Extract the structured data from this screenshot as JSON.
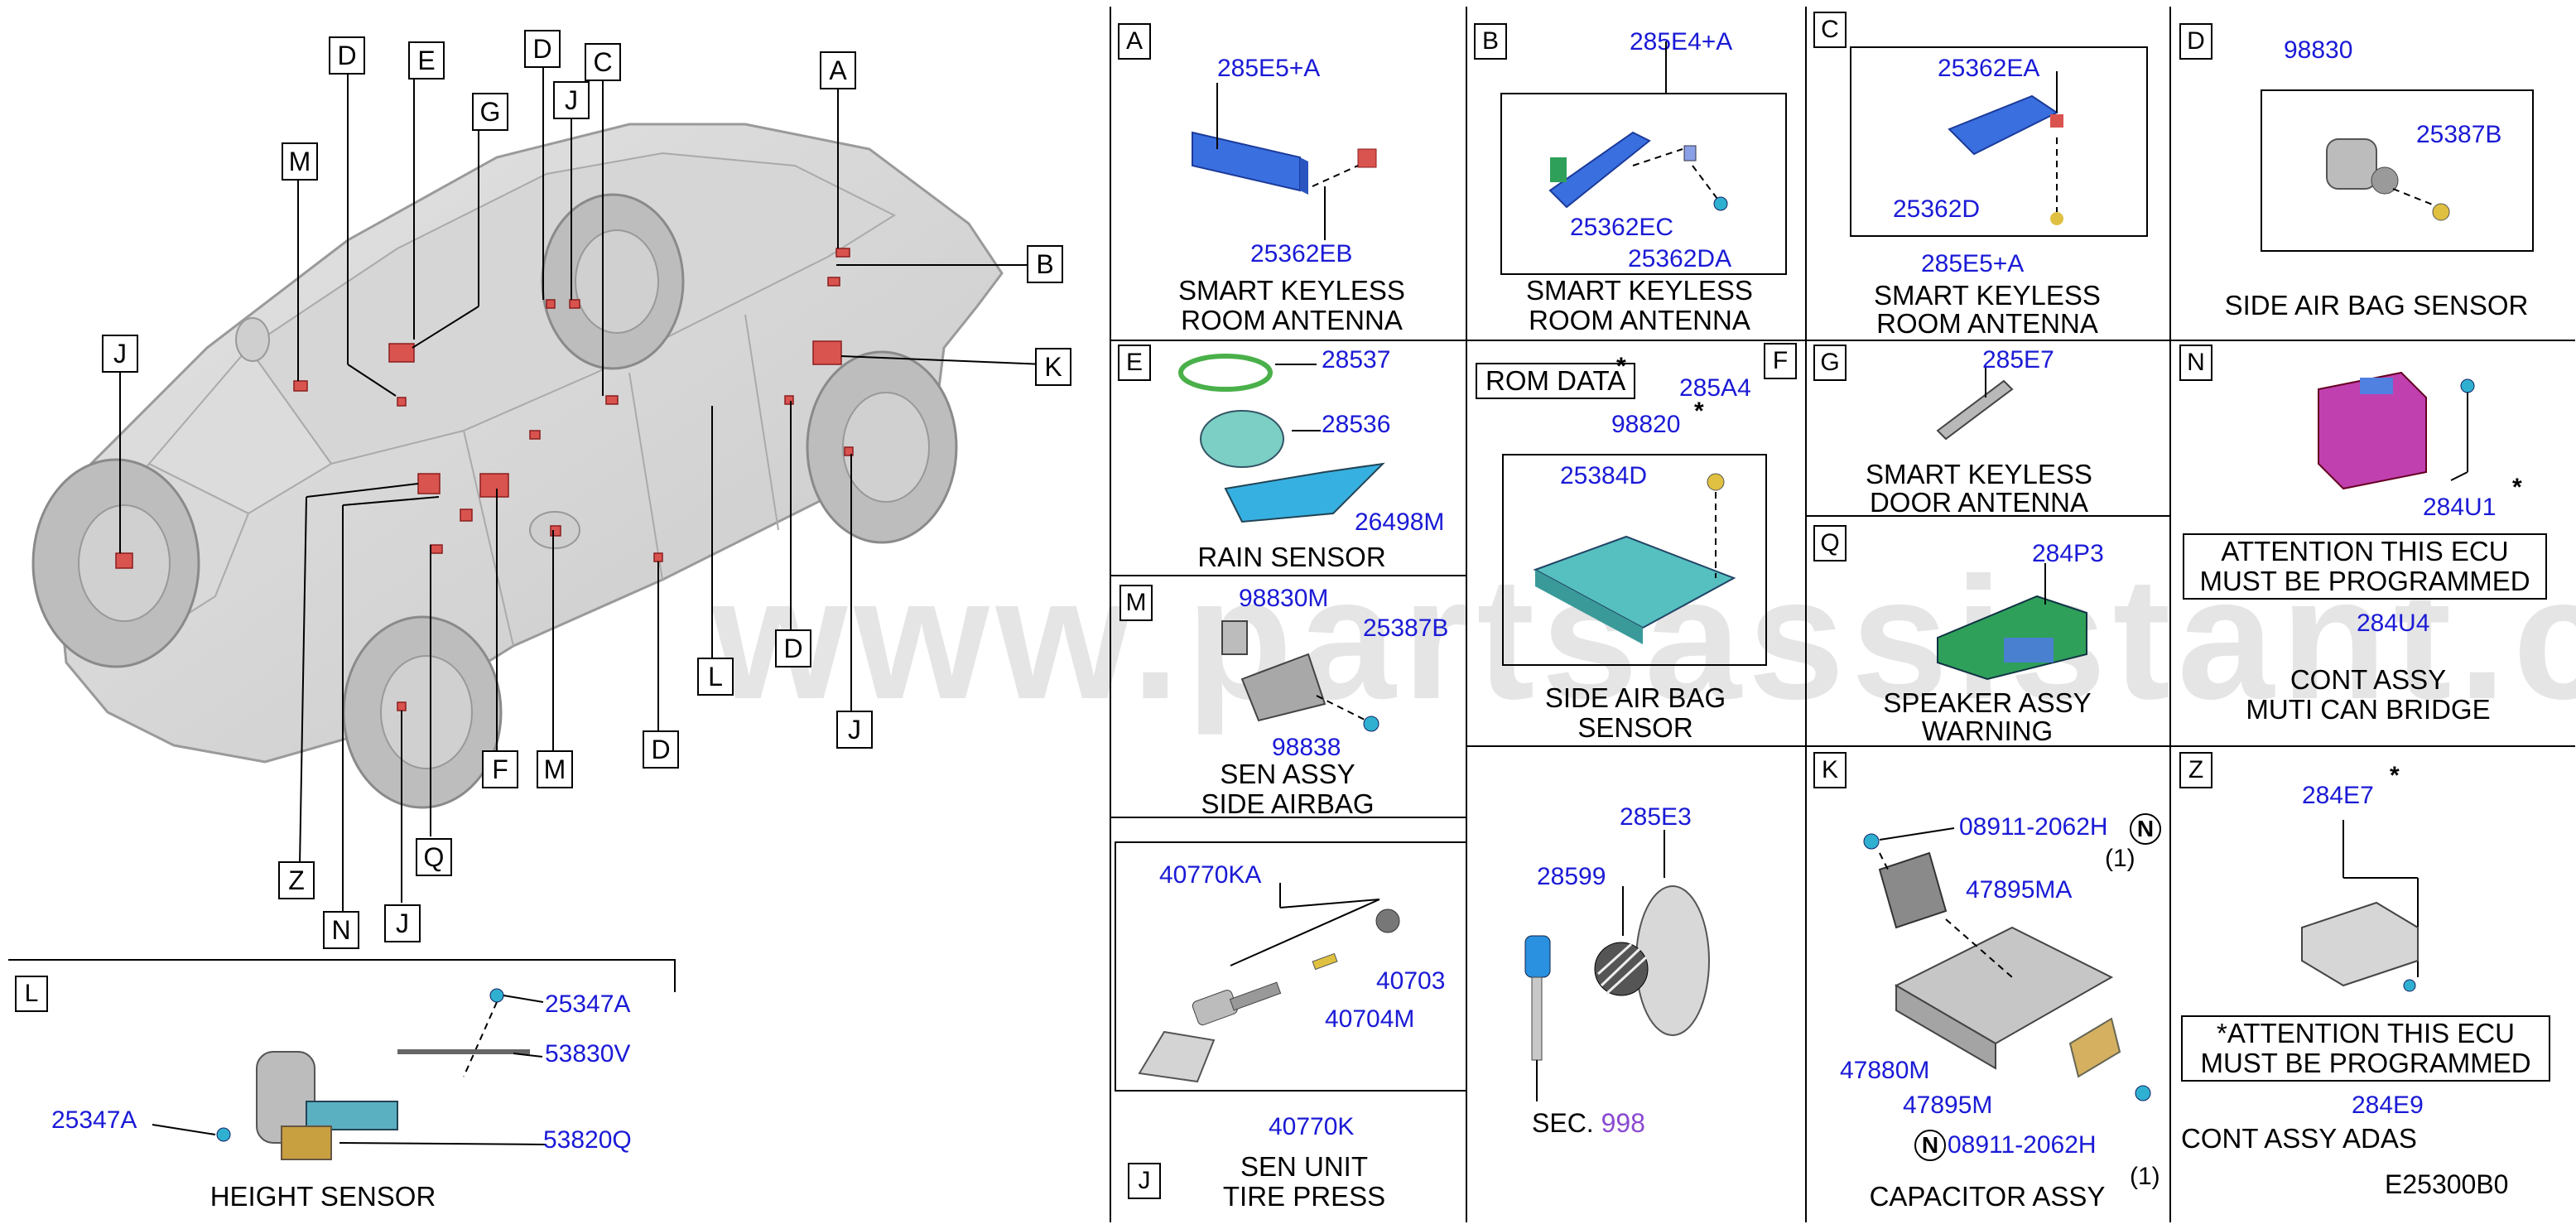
{
  "watermark": "www.partsassistant.com",
  "diagram_code": "E25300B0",
  "car_callouts": [
    "D",
    "E",
    "D",
    "J",
    "C",
    "A",
    "G",
    "M",
    "B",
    "J",
    "K",
    "L",
    "D",
    "J",
    "D",
    "Z",
    "N",
    "J",
    "Q",
    "F",
    "M"
  ],
  "panels": {
    "A": {
      "letter": "A",
      "parts": [
        "285E5+A",
        "25362EB"
      ],
      "caption": [
        "SMART KEYLESS",
        "ROOM ANTENNA"
      ]
    },
    "B": {
      "letter": "B",
      "parts": [
        "285E4+A",
        "25362EC",
        "25362DA"
      ],
      "caption": [
        "SMART KEYLESS",
        "ROOM ANTENNA"
      ]
    },
    "C": {
      "letter": "C",
      "parts": [
        "25362EA",
        "25362D",
        "285E5+A"
      ],
      "caption": [
        "SMART KEYLESS",
        "ROOM ANTENNA"
      ]
    },
    "D": {
      "letter": "D",
      "parts": [
        "98830",
        "25387B"
      ],
      "caption": [
        "SIDE AIR BAG SENSOR"
      ]
    },
    "E": {
      "letter": "E",
      "parts": [
        "28537",
        "28536",
        "26498M"
      ],
      "caption": [
        "RAIN SENSOR"
      ]
    },
    "F": {
      "letter": "F",
      "rom": "ROM DATA",
      "parts": [
        "285A4",
        "98820",
        "25384D"
      ],
      "caption": [
        "SIDE AIR BAG",
        "SENSOR"
      ]
    },
    "G": {
      "letter": "G",
      "parts": [
        "285E7"
      ],
      "caption": [
        "SMART KEYLESS",
        "DOOR ANTENNA"
      ]
    },
    "N": {
      "letter": "N",
      "parts": [
        "284U1",
        "284U4"
      ],
      "note": [
        "ATTENTION THIS ECU",
        "MUST BE PROGRAMMED"
      ],
      "caption": [
        "CONT ASSY",
        "MUTI CAN BRIDGE"
      ]
    },
    "M": {
      "letter": "M",
      "parts": [
        "98830M",
        "25387B",
        "98838"
      ],
      "caption": [
        "SEN ASSY",
        "SIDE AIRBAG"
      ]
    },
    "Q": {
      "letter": "Q",
      "parts": [
        "284P3"
      ],
      "caption": [
        "SPEAKER ASSY",
        "WARNING"
      ]
    },
    "J": {
      "letter": "J",
      "parts": [
        "40770KA",
        "40703",
        "40704M",
        "40770K"
      ],
      "caption": [
        "SEN UNIT",
        "TIRE PRESS"
      ]
    },
    "KEY": {
      "parts": [
        "285E3",
        "28599"
      ],
      "sec_label": "SEC.",
      "sec_num": "998"
    },
    "K": {
      "letter": "K",
      "parts": [
        "08911-2062H",
        "47895MA",
        "47880M",
        "47895M",
        "08911-2062H"
      ],
      "qty": [
        "(1)",
        "(1)"
      ],
      "circle": "N",
      "caption": [
        "CAPACITOR ASSY"
      ]
    },
    "Z": {
      "letter": "Z",
      "parts": [
        "284E7",
        "284E9"
      ],
      "note": [
        "*ATTENTION THIS ECU",
        "MUST BE PROGRAMMED"
      ],
      "caption": [
        "CONT ASSY ADAS"
      ]
    },
    "L": {
      "letter": "L",
      "parts": [
        "25347A",
        "53830V",
        "25347A",
        "53820Q"
      ],
      "caption": [
        "HEIGHT SENSOR"
      ]
    }
  },
  "star": "*"
}
